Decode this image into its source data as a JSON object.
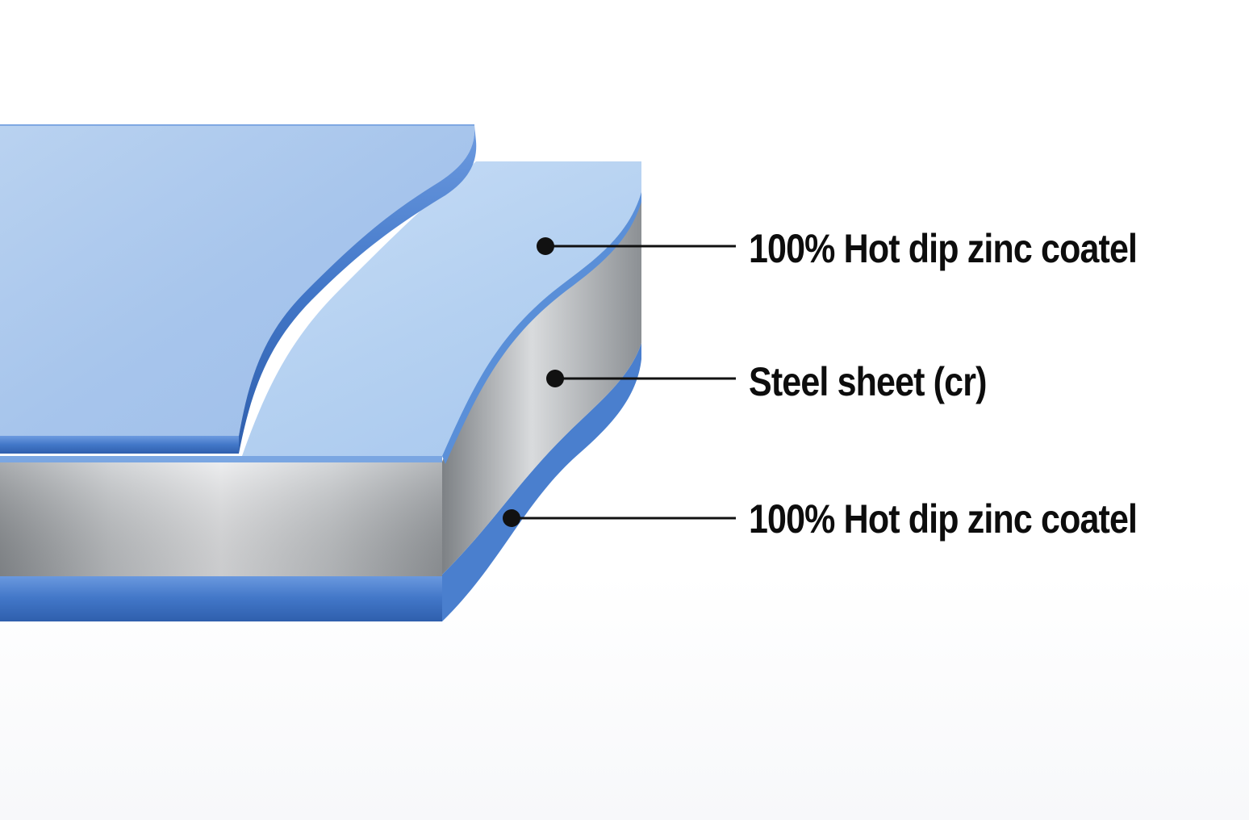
{
  "diagram": {
    "layers": [
      {
        "id": "zinc-top",
        "label": "100% Hot dip zinc coatel",
        "color": "#5b8fd6"
      },
      {
        "id": "steel-core",
        "label": "Steel sheet (cr)",
        "color": "#a9adb1"
      },
      {
        "id": "zinc-bottom",
        "label": "100% Hot dip zinc coatel",
        "color": "#4a7fce"
      }
    ],
    "colors": {
      "zinc_face": "#a9c8ee",
      "zinc_edge": "#3f73c4",
      "steel_face": "#c9cccf",
      "leader_line": "#111111"
    }
  }
}
